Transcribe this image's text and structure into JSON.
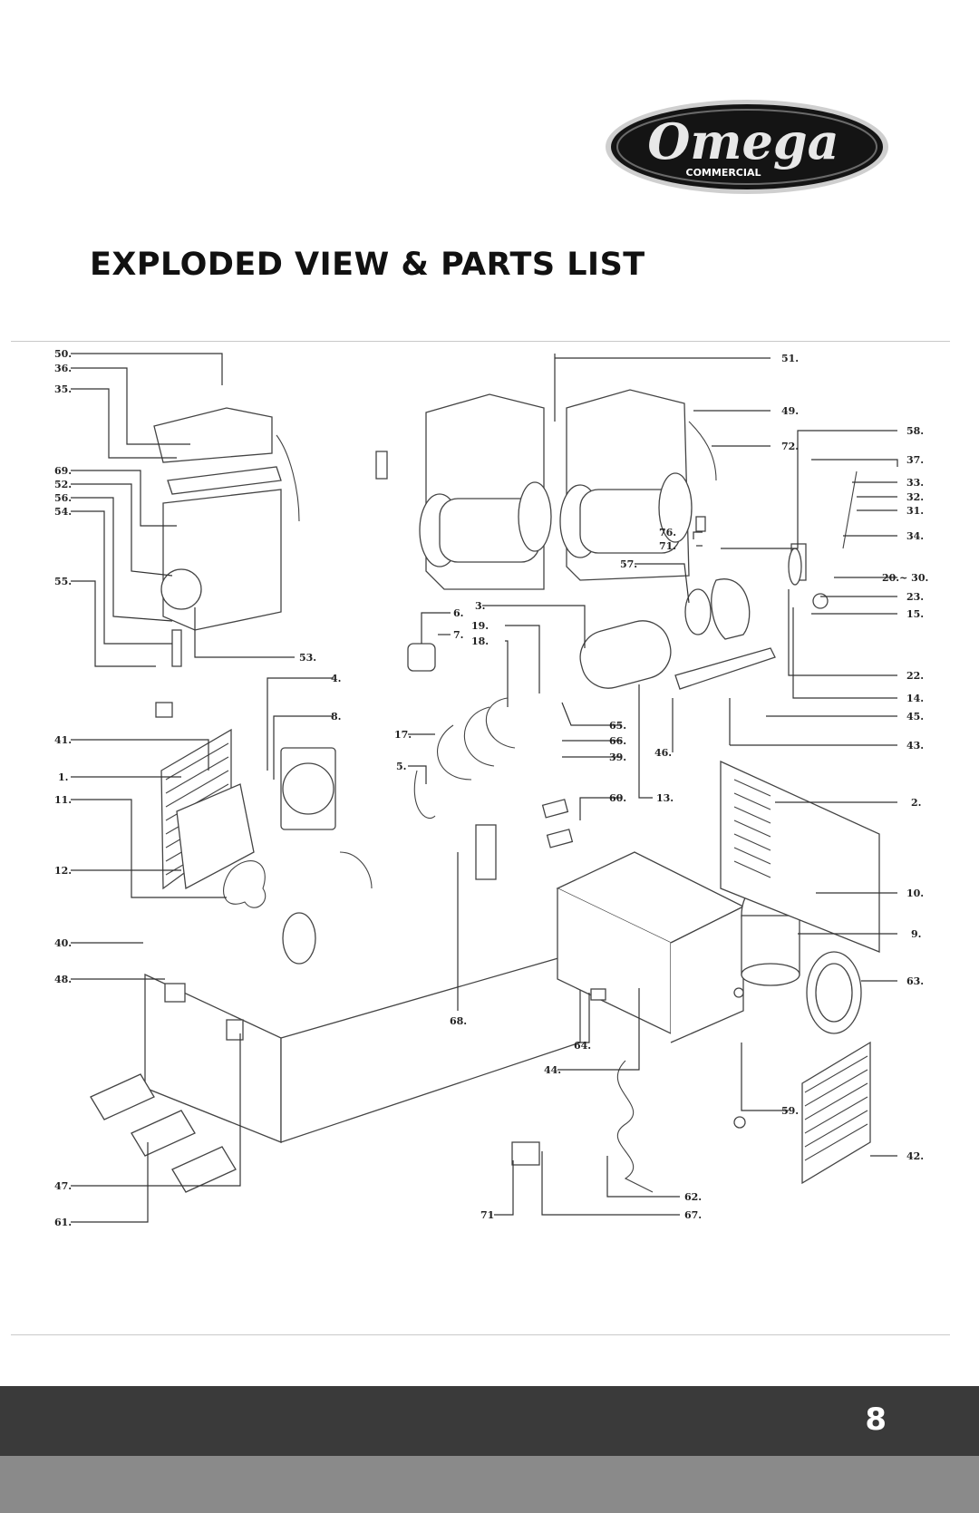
{
  "brand": {
    "name": "Omega",
    "sub": "COMMERCIAL"
  },
  "title": "EXPLODED VIEW & PARTS LIST",
  "page_number": "8",
  "callouts": [
    {
      "key": "c50",
      "text": "50."
    },
    {
      "key": "c36",
      "text": "36."
    },
    {
      "key": "c35",
      "text": "35."
    },
    {
      "key": "c69",
      "text": "69."
    },
    {
      "key": "c52",
      "text": "52."
    },
    {
      "key": "c56",
      "text": "56."
    },
    {
      "key": "c54",
      "text": "54."
    },
    {
      "key": "c55",
      "text": "55."
    },
    {
      "key": "c53",
      "text": "53."
    },
    {
      "key": "c41",
      "text": "41."
    },
    {
      "key": "c1",
      "text": "1."
    },
    {
      "key": "c11",
      "text": "11."
    },
    {
      "key": "c12",
      "text": "12."
    },
    {
      "key": "c40",
      "text": "40."
    },
    {
      "key": "c48",
      "text": "48."
    },
    {
      "key": "c47",
      "text": "47."
    },
    {
      "key": "c61",
      "text": "61."
    },
    {
      "key": "c51",
      "text": "51."
    },
    {
      "key": "c49",
      "text": "49."
    },
    {
      "key": "c72",
      "text": "72."
    },
    {
      "key": "c58",
      "text": "58."
    },
    {
      "key": "c37",
      "text": "37."
    },
    {
      "key": "c33",
      "text": "33."
    },
    {
      "key": "c32",
      "text": "32."
    },
    {
      "key": "c31",
      "text": "31."
    },
    {
      "key": "c34",
      "text": "34."
    },
    {
      "key": "c20",
      "text": "20.~ 30."
    },
    {
      "key": "c23",
      "text": "23."
    },
    {
      "key": "c15",
      "text": "15."
    },
    {
      "key": "c22",
      "text": "22."
    },
    {
      "key": "c14",
      "text": "14."
    },
    {
      "key": "c45",
      "text": "45."
    },
    {
      "key": "c43",
      "text": "43."
    },
    {
      "key": "c2",
      "text": "2."
    },
    {
      "key": "c10",
      "text": "10."
    },
    {
      "key": "c9",
      "text": "9."
    },
    {
      "key": "c63",
      "text": "63."
    },
    {
      "key": "c59",
      "text": "59."
    },
    {
      "key": "c42",
      "text": "42."
    },
    {
      "key": "c62",
      "text": "62."
    },
    {
      "key": "c67",
      "text": "67."
    },
    {
      "key": "c71b",
      "text": "71"
    },
    {
      "key": "c76",
      "text": "76."
    },
    {
      "key": "c71",
      "text": "71."
    },
    {
      "key": "c57",
      "text": "57."
    },
    {
      "key": "c6",
      "text": "6."
    },
    {
      "key": "c7",
      "text": "7."
    },
    {
      "key": "c3",
      "text": "3."
    },
    {
      "key": "c19",
      "text": "19."
    },
    {
      "key": "c18",
      "text": "18."
    },
    {
      "key": "c4",
      "text": "4."
    },
    {
      "key": "c8",
      "text": "8."
    },
    {
      "key": "c17",
      "text": "17."
    },
    {
      "key": "c5",
      "text": "5."
    },
    {
      "key": "c65",
      "text": "65."
    },
    {
      "key": "c66",
      "text": "66."
    },
    {
      "key": "c39",
      "text": "39."
    },
    {
      "key": "c60",
      "text": "60."
    },
    {
      "key": "c13",
      "text": "13."
    },
    {
      "key": "c46",
      "text": "46."
    },
    {
      "key": "c68",
      "text": "68."
    },
    {
      "key": "c64",
      "text": "64."
    },
    {
      "key": "c44",
      "text": "44."
    }
  ]
}
